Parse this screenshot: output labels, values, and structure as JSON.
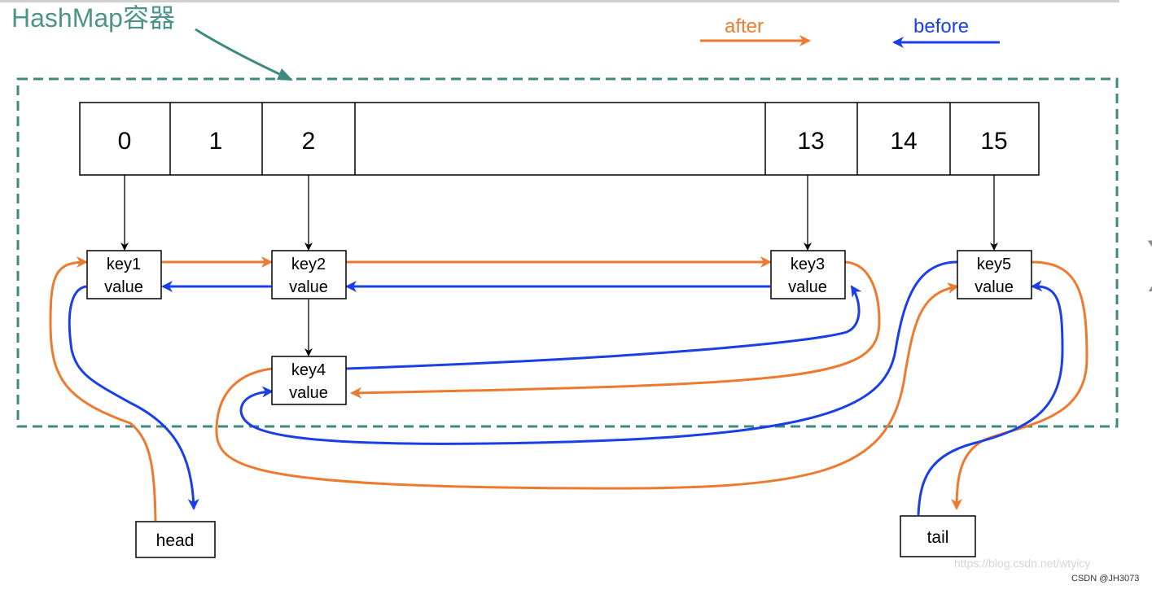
{
  "container": {
    "title": "HashMap容器",
    "border_color": "#3f8a7e",
    "title_color": "#4e948a"
  },
  "legend": {
    "after_label": "after",
    "before_label": "before",
    "after_color": "#ed7b2f",
    "before_color": "#1a3fe6"
  },
  "buckets": {
    "cells": [
      "0",
      "1",
      "2",
      "",
      "13",
      "14",
      "15"
    ]
  },
  "nodes": {
    "key1": {
      "key": "key1",
      "value": "value"
    },
    "key2": {
      "key": "key2",
      "value": "value"
    },
    "key3": {
      "key": "key3",
      "value": "value"
    },
    "key4": {
      "key": "key4",
      "value": "value"
    },
    "key5": {
      "key": "key5",
      "value": "value"
    }
  },
  "pointers": {
    "head": "head",
    "tail": "tail"
  },
  "watermark": {
    "url": "https://blog.csdn.net/wtyicy",
    "credit": "CSDN @JH3073"
  },
  "nav": {
    "next_icon": "chevron-right-icon"
  }
}
